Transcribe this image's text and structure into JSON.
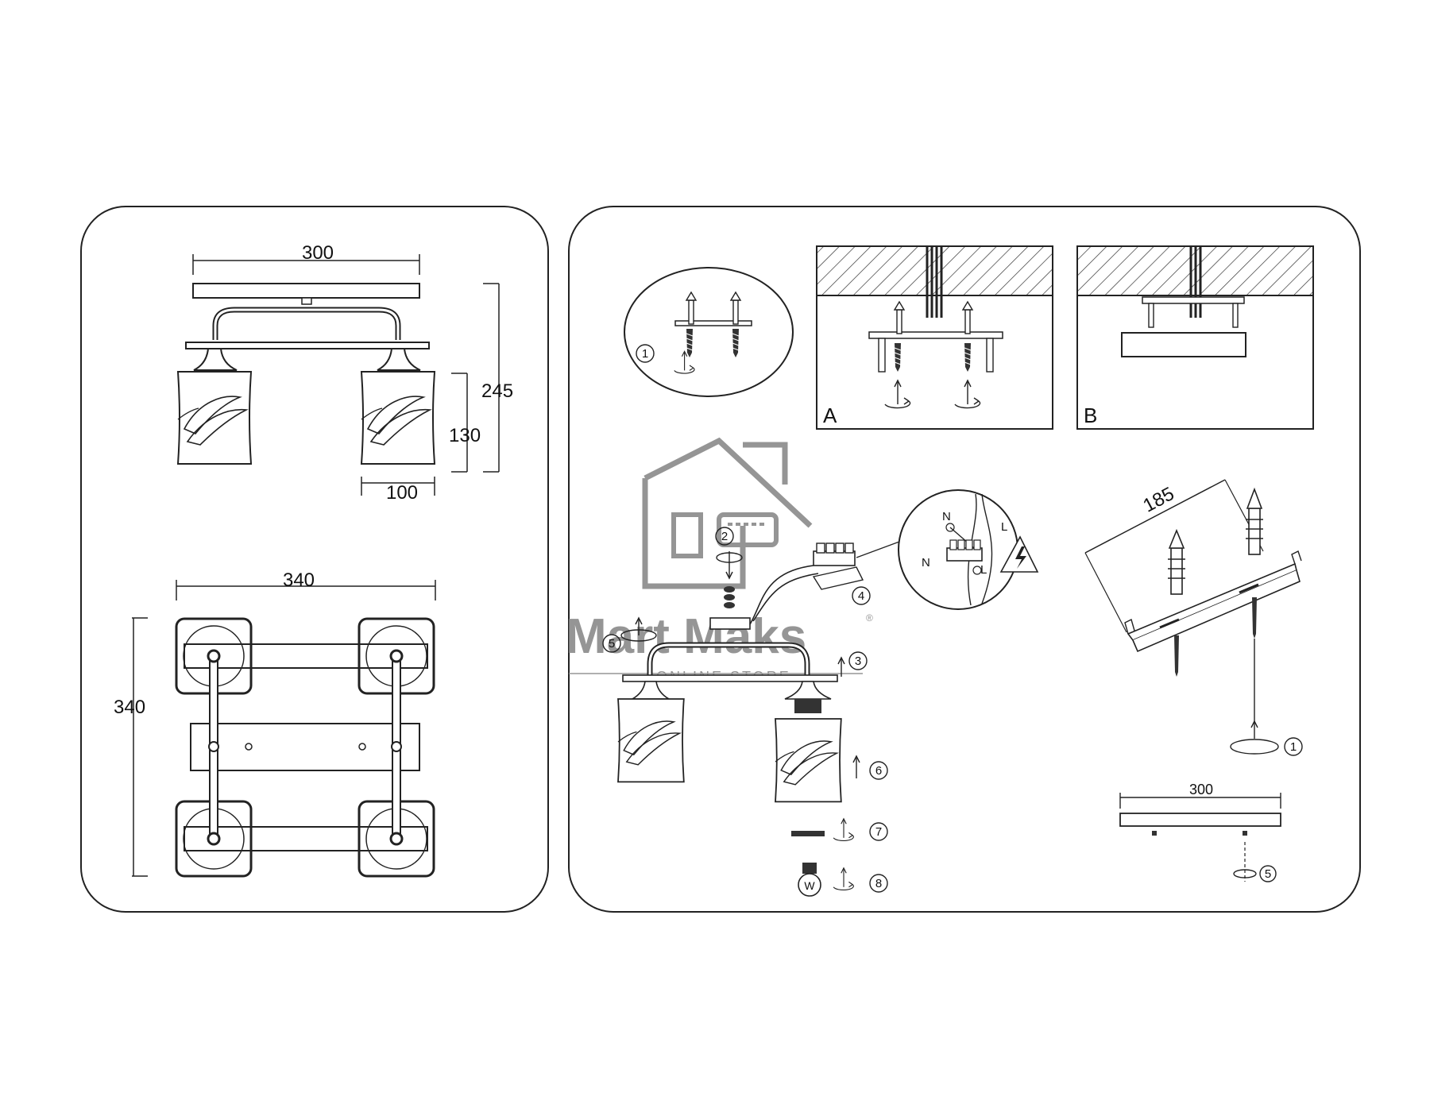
{
  "left_panel": {
    "side_view": {
      "width_dim": "300",
      "height_dim": "245",
      "shade_height_dim": "130",
      "shade_width_dim": "100"
    },
    "top_view": {
      "width_dim": "340",
      "depth_dim": "340"
    }
  },
  "right_panel": {
    "mount_a_label": "A",
    "mount_b_label": "B",
    "bracket_length_dim": "185",
    "plate_width_dim": "300",
    "wire_labels": {
      "neutral": "N",
      "live": "L"
    },
    "steps": {
      "s1": "1",
      "s2": "2",
      "s3": "3",
      "s4": "4",
      "s5": "5",
      "s6": "6",
      "s7": "7",
      "s8": "8"
    },
    "bulb_letter": "W"
  },
  "watermark": {
    "brand": "Mart Maks",
    "tagline": "ONLINE STORE",
    "mark": "®"
  },
  "colors": {
    "line": "#222222",
    "watermark": "#8a8a8a"
  }
}
